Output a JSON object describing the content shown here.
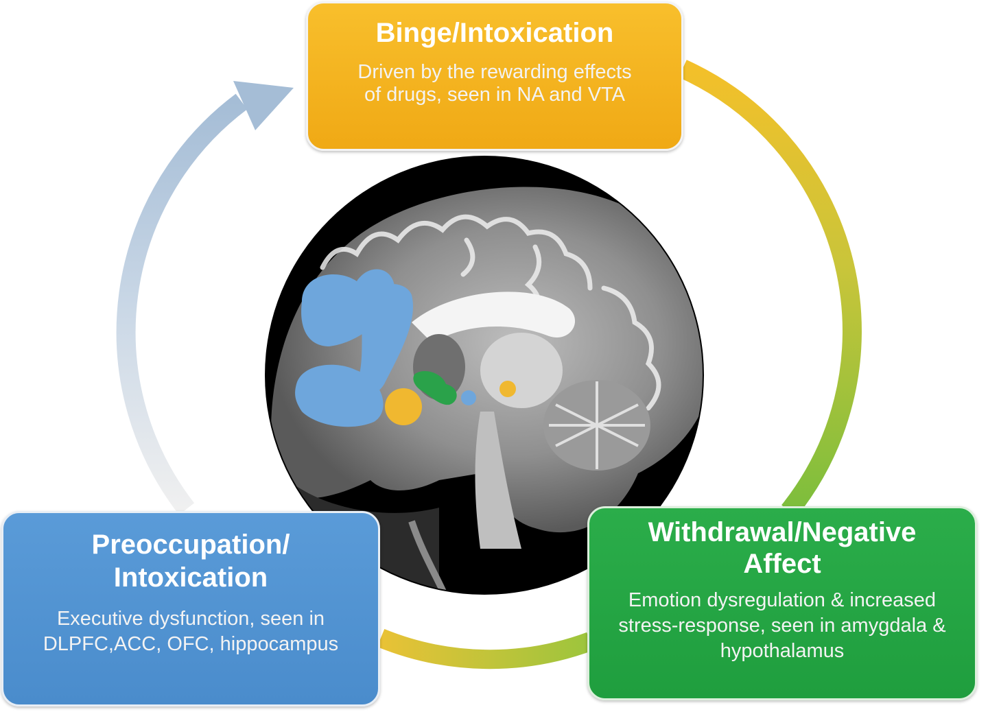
{
  "stages": {
    "binge": {
      "title": "Binge/Intoxication",
      "description": "Driven by the rewarding effects of drugs, seen in NA and VTA",
      "color": "#f4b321"
    },
    "preoccupation": {
      "title_line1": "Preoccupation/",
      "title_line2": "Intoxication",
      "description": "Executive dysfunction, seen in DLPFC,ACC, OFC, hippocampus",
      "color": "#5596d4"
    },
    "withdrawal": {
      "title_line1": "Withdrawal/Negative",
      "title_line2": "Affect",
      "description": "Emotion dysregulation & increased stress-response, seen in amygdala & hypothalamus",
      "color": "#24a546"
    }
  },
  "brain_regions": {
    "prefrontal": {
      "color": "#6ea6dc"
    },
    "reward": {
      "color": "#f0b830"
    },
    "amygdala": {
      "color": "#2aa24a"
    }
  }
}
